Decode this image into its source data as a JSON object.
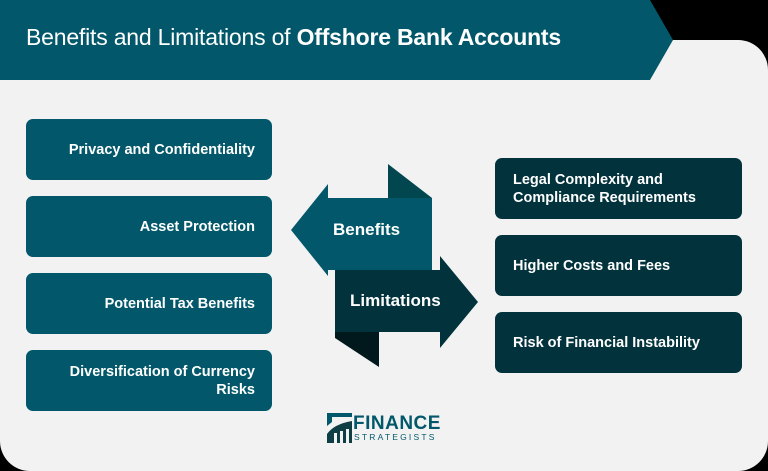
{
  "header": {
    "title_light": "Benefits and Limitations of ",
    "title_bold": "Offshore Bank Accounts",
    "color": "#02586a"
  },
  "benefits": {
    "label": "Benefits",
    "color": "#02586a",
    "items": [
      {
        "label": "Privacy and Confidentiality"
      },
      {
        "label": "Asset Protection"
      },
      {
        "label": "Potential Tax Benefits"
      },
      {
        "label": "Diversification of Currency Risks"
      }
    ]
  },
  "limitations": {
    "label": "Limitations",
    "color": "#02333d",
    "items": [
      {
        "label": "Legal Complexity and Compliance Requirements"
      },
      {
        "label": "Higher Costs and Fees"
      },
      {
        "label": "Risk of Financial Instability"
      }
    ]
  },
  "logo": {
    "line1": "FINANCE",
    "line2": "STRATEGISTS",
    "icon": "finance-strategists-logo-icon"
  },
  "colors": {
    "background_panel": "#f2f2f2",
    "benefits_teal": "#02586a",
    "limitations_dark": "#02333d",
    "text": "#ffffff"
  }
}
